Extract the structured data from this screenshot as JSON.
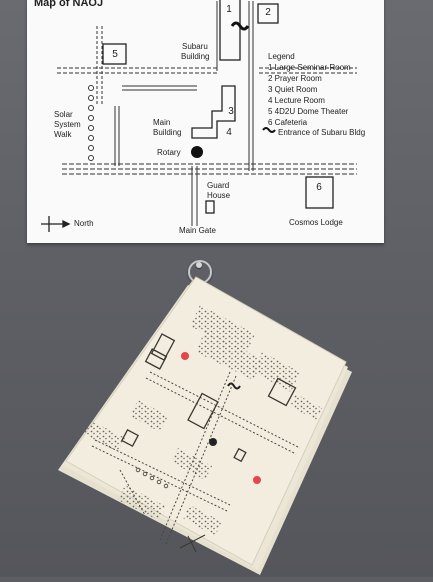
{
  "poster": {
    "title": "Map of NAOJ",
    "labels": {
      "subaru": [
        "Subaru",
        "Building"
      ],
      "solar": [
        "Solar",
        "System",
        "Walk"
      ],
      "main": [
        "Main",
        "Building"
      ],
      "rotary": "Rotary",
      "guard": [
        "Guard",
        "House"
      ],
      "cosmos": "Cosmos Lodge",
      "gate": "Main Gate",
      "north": "North"
    },
    "numbers": [
      "1",
      "2",
      "3",
      "4",
      "5",
      "6"
    ],
    "legend": {
      "heading": "Legend",
      "items": [
        "1 Large Seminar Room",
        "2 Prayer Room",
        "3 Quiet Room",
        "4 Lecture Room",
        "5 4D2U Dome Theater",
        "6 Cafeteria",
        "Entrance of Subaru Bldg"
      ]
    }
  },
  "colors": {
    "wall": "#5f6066",
    "poster": "#fafafa",
    "tactile_paper": "#efeadc",
    "red_dot": "#e6454a",
    "ink": "#222222"
  }
}
